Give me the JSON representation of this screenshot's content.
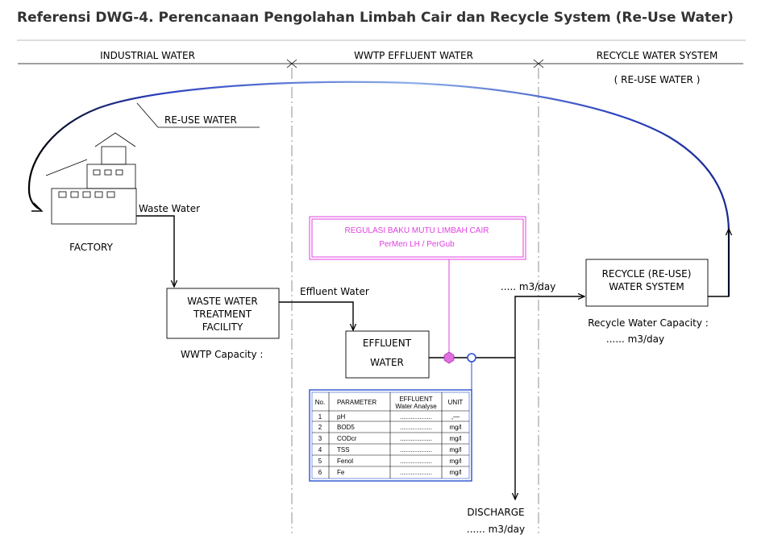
{
  "title": "Referensi DWG-4. Perencanaan Pengolahan Limbah Cair dan Recycle System (Re-Use Water)",
  "zones": {
    "industrial": "INDUSTRIAL WATER",
    "wwtp": "WWTP EFFLUENT WATER",
    "recycle": "RECYCLE WATER SYSTEM",
    "recycle_sub": "( RE-USE WATER )"
  },
  "labels": {
    "reuse_water": "RE-USE WATER",
    "factory": "FACTORY",
    "waste_water": "Waste Water",
    "wwtp_line1": "WASTE WATER",
    "wwtp_line2": "TREATMENT",
    "wwtp_line3": "FACILITY",
    "wwtp_capacity": "WWTP Capacity :",
    "effluent_water_flow": "Effluent Water",
    "effluent_line1": "EFFLUENT",
    "effluent_line2": "WATER",
    "regulation_line1": "REGULASI BAKU MUTU LIMBAH CAIR",
    "regulation_line2": "PerMen LH / PerGub",
    "flow_to_recycle": "..... m3/day",
    "recycle_line1": "RECYCLE (RE-USE)",
    "recycle_line2": "WATER SYSTEM",
    "recycle_capacity_1": "Recycle Water Capacity :",
    "recycle_capacity_2": "...... m3/day",
    "discharge": "DISCHARGE",
    "discharge_flow": "...... m3/day"
  },
  "table": {
    "headers": {
      "no": "No.",
      "parameter": "PARAMETER",
      "effluent_1": "EFFLUENT",
      "effluent_2": "Water Analyse",
      "unit": "UNIT"
    },
    "rows": [
      {
        "no": "1",
        "parameter": "pH",
        "value": "..................",
        "unit": ",—"
      },
      {
        "no": "2",
        "parameter": "BOD5",
        "value": "..................",
        "unit": "mg/l"
      },
      {
        "no": "3",
        "parameter": "CODcr",
        "value": "..................",
        "unit": "mg/l"
      },
      {
        "no": "4",
        "parameter": "TSS",
        "value": "..................",
        "unit": "mg/l"
      },
      {
        "no": "5",
        "parameter": "Fenol",
        "value": "..................",
        "unit": "mg/l"
      },
      {
        "no": "6",
        "parameter": "Fe",
        "value": "..................",
        "unit": "mg/l"
      }
    ]
  },
  "colors": {
    "regulation": "#e040e0",
    "table_border": "#2a4fd0",
    "reuse_line": "#2a3fc0",
    "valve_magenta": "#e070e0",
    "valve_blue": "#2a4fd0"
  }
}
